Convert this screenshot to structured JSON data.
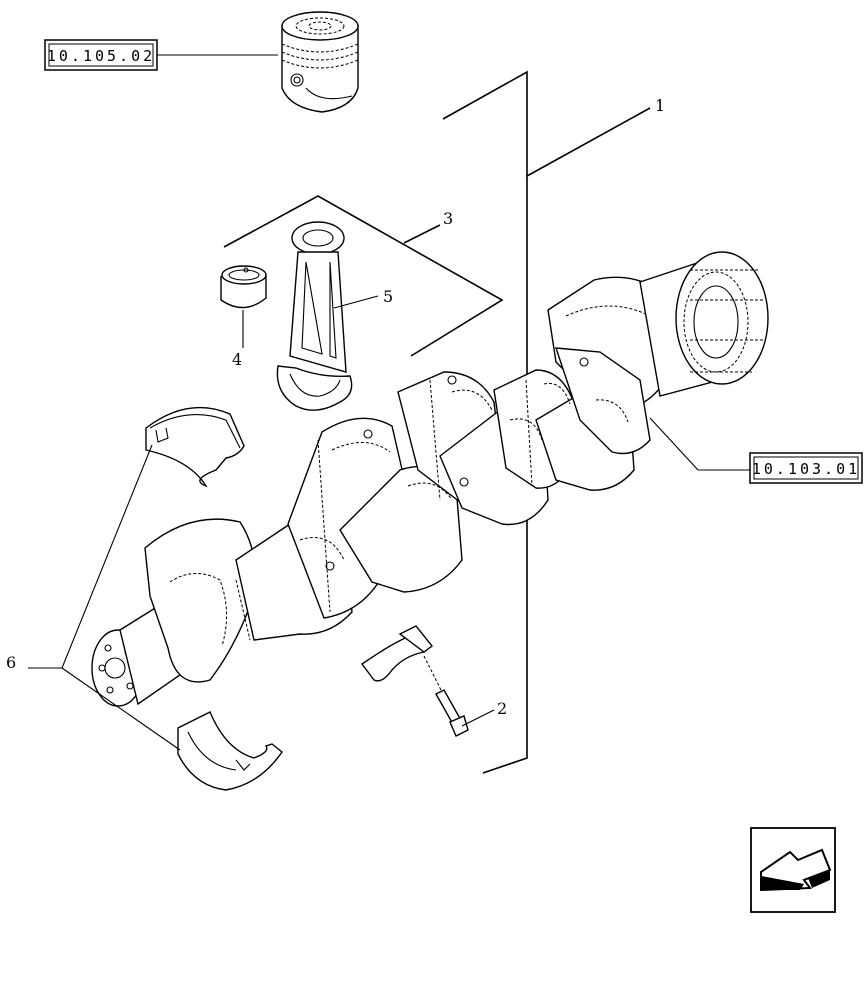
{
  "references": {
    "piston_ref": "10.105.02",
    "flywheel_ref": "10.103.01"
  },
  "callouts": {
    "c1": "1",
    "c2": "2",
    "c3": "3",
    "c4": "4",
    "c5": "5",
    "c6": "6"
  },
  "nav": {
    "icon": "arrow-back-icon"
  }
}
